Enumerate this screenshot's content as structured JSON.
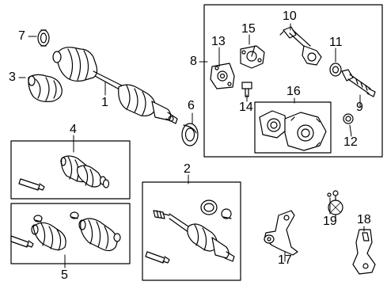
{
  "diagram": {
    "type": "exploded-parts-diagram",
    "callouts": [
      {
        "num": "1"
      },
      {
        "num": "2"
      },
      {
        "num": "3"
      },
      {
        "num": "4"
      },
      {
        "num": "5"
      },
      {
        "num": "6"
      },
      {
        "num": "7"
      },
      {
        "num": "8"
      },
      {
        "num": "9"
      },
      {
        "num": "10"
      },
      {
        "num": "11"
      },
      {
        "num": "12"
      },
      {
        "num": "13"
      },
      {
        "num": "14"
      },
      {
        "num": "15"
      },
      {
        "num": "16"
      },
      {
        "num": "17"
      },
      {
        "num": "18"
      },
      {
        "num": "19"
      }
    ],
    "colors": {
      "line": "#000000",
      "background": "#ffffff",
      "part_fill": "#ffffff",
      "shade": "#d9d9d9"
    }
  }
}
